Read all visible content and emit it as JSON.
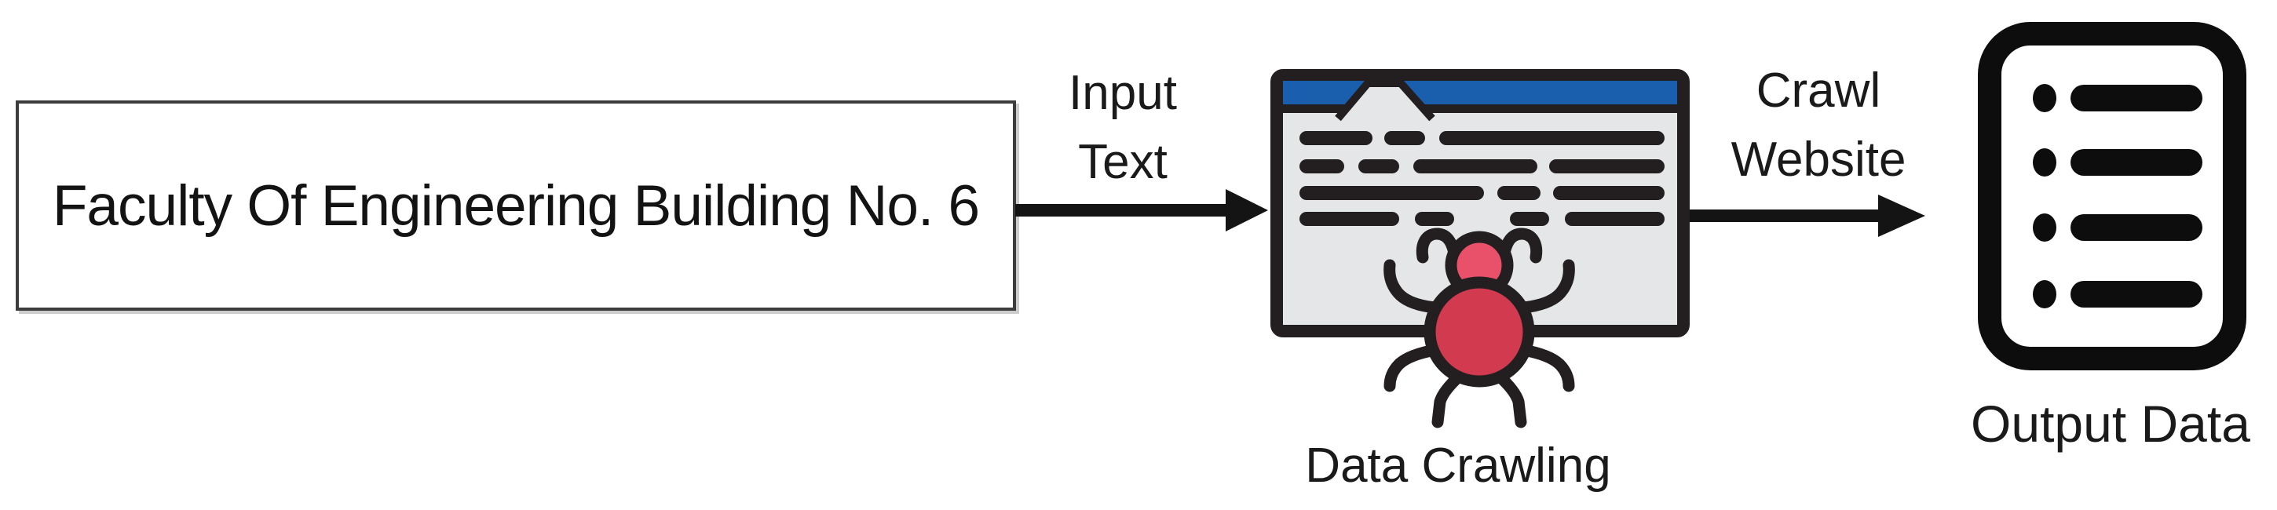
{
  "input_box": {
    "label": "Faculty Of Engineering Building No. 6"
  },
  "arrows": {
    "input": {
      "line1": "Input",
      "line2": "Text"
    },
    "crawl": {
      "line1": "Crawl",
      "line2": "Website"
    }
  },
  "crawler": {
    "caption": "Data Crawling"
  },
  "output": {
    "caption": "Output Data"
  },
  "colors": {
    "title_bar_blue": "#1a5fad",
    "bug_body_red": "#d23a50",
    "bug_head_red": "#e9506a",
    "icon_outline": "#231f20",
    "browser_gray": "#e4e6e8",
    "arrow_black": "#141414"
  }
}
